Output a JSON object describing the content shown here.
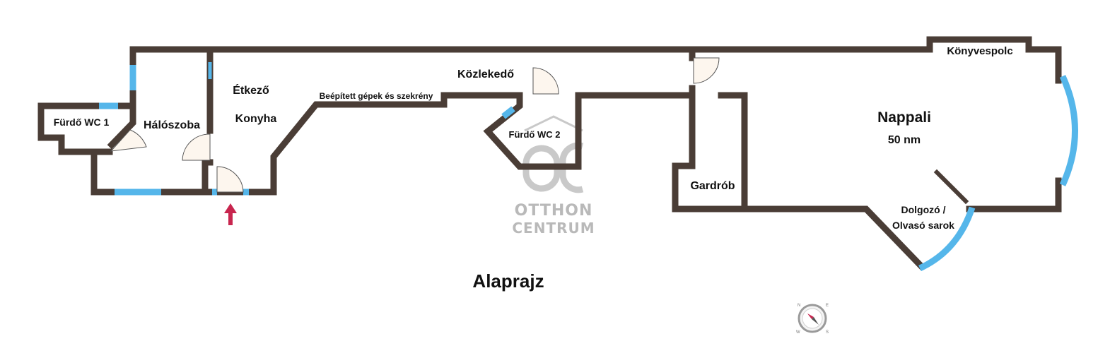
{
  "title": "Alaprajz",
  "watermark": {
    "logo": "OC",
    "line1": "OTTHON",
    "line2": "CENTRUM"
  },
  "rooms": {
    "furdo_wc1": "Fürdő WC 1",
    "haloszoba": "Hálószoba",
    "etkezo": "Étkező",
    "konyha": "Konyha",
    "beepitett": "Beépített gépek és szekrény",
    "kozlekedo": "Közlekedő",
    "furdo_wc2": "Fürdő WC 2",
    "gardrob": "Gardrób",
    "nappali": "Nappali",
    "nappali_area": "50 nm",
    "konyvespolc": "Könyvespolc",
    "dolgozo_1": "Dolgozó /",
    "dolgozo_2": "Olvasó sarok"
  },
  "compass": {
    "n": "N",
    "e": "E",
    "s": "S",
    "w": "W"
  },
  "colors": {
    "wall": "#4a3d36",
    "window": "#55b6ea",
    "entrance_arrow": "#c8254e",
    "watermark": "#b9b9b9"
  },
  "icons": [
    "entrance-arrow-icon",
    "compass-icon",
    "otthon-centrum-logo"
  ]
}
